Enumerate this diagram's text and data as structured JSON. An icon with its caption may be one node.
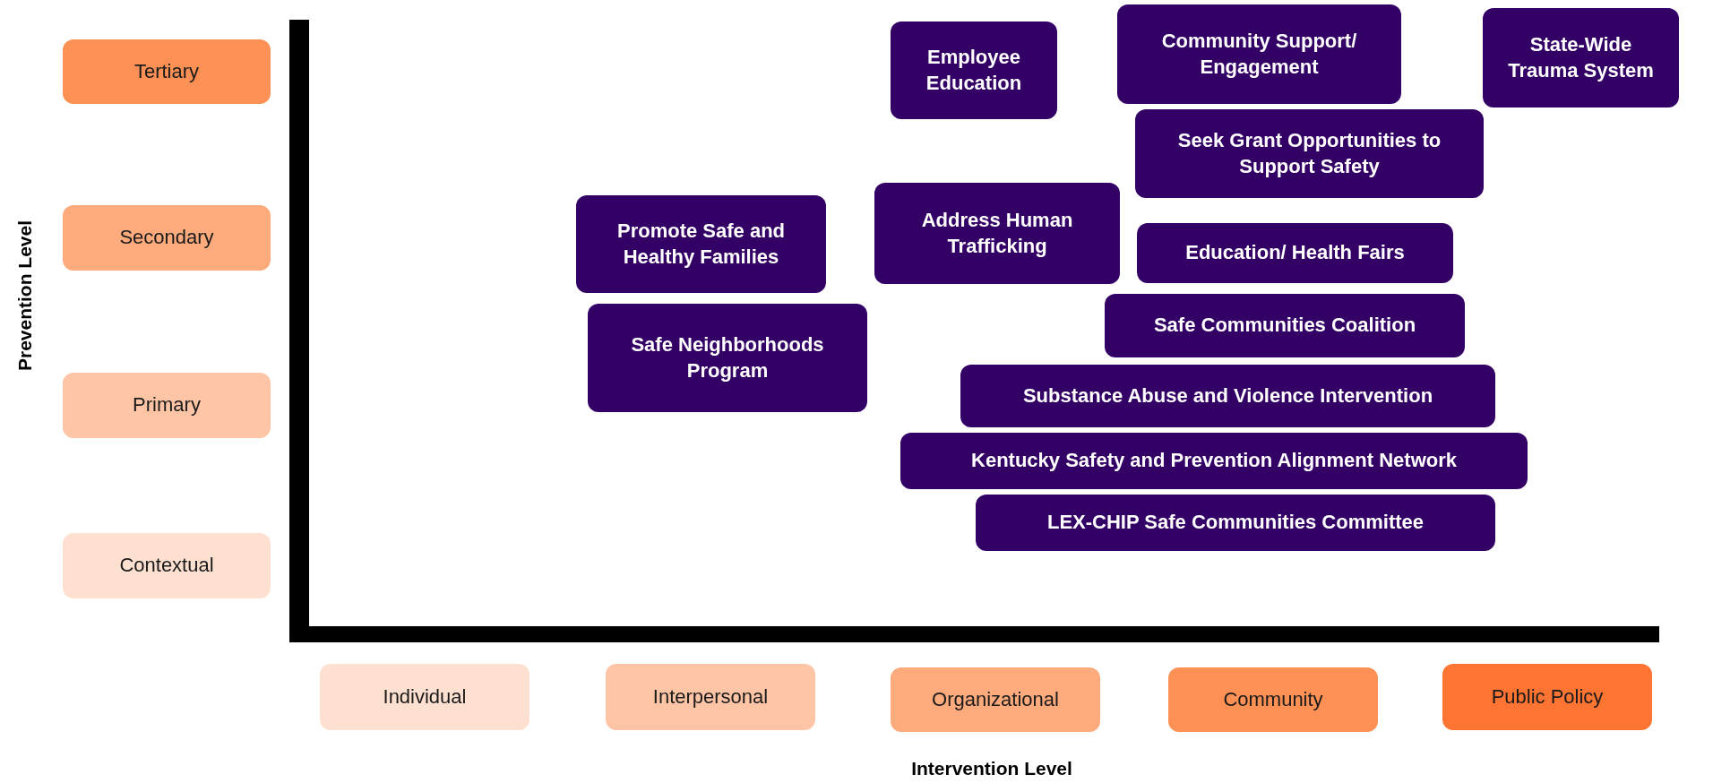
{
  "diagram": {
    "nodes": [
      {
        "text": [
          "Tertiary"
        ]
      },
      {
        "text": [
          "Employee Education"
        ]
      },
      {
        "text": [
          "Community Support/ Engagement"
        ]
      },
      {
        "text": [
          "State-Wide Trauma System"
        ]
      },
      {
        "text": [
          "Seek Grant Opportunities to Support Safety"
        ]
      },
      {
        "text": [
          "Secondary"
        ]
      },
      {
        "text": [
          "Promote Safe and Healthy Families"
        ]
      },
      {
        "text": [
          "Address Human Trafficking"
        ]
      },
      {
        "text": [
          "Education/ Health Fairs"
        ]
      },
      {
        "text": [
          "Safe Communities Coalition"
        ]
      },
      {
        "text": [
          "Safe Neighborhoods Program"
        ]
      },
      {
        "text": [
          "Primary"
        ]
      },
      {
        "text": [
          "Substance Abuse and Violence Intervention"
        ]
      },
      {
        "text": [
          "Kentucky Safety and Prevention Alignment Network"
        ]
      },
      {
        "text": [
          "LEX-CHIP Safe Communities Committee"
        ]
      },
      {
        "text": [
          "Contextual"
        ]
      },
      {
        "text": [
          "Individual"
        ]
      },
      {
        "text": [
          "Interpersonal"
        ]
      },
      {
        "text": [
          "Organizational"
        ]
      },
      {
        "text": [
          "Community"
        ]
      },
      {
        "text": [
          "Public Policy"
        ]
      }
    ],
    "labels": [
      "Prevention Level",
      "Intervention Level"
    ]
  }
}
